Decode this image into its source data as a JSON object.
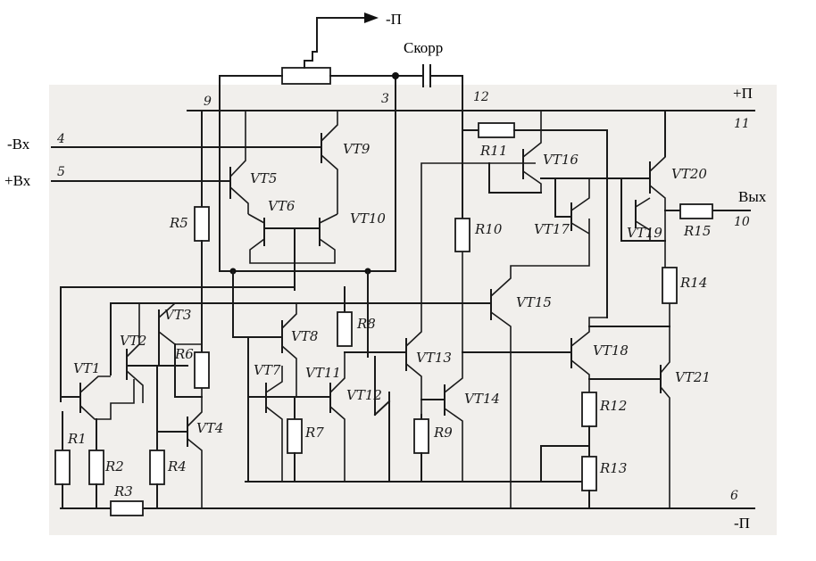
{
  "labels": {
    "minus_p_top": "-П",
    "c_corr": "Скорр",
    "plus_p": "+П",
    "minus_p_bottom": "-П",
    "minus_in": "-Вх",
    "plus_in": "+Вх",
    "out": "Вых"
  },
  "pins": {
    "p4": "4",
    "p5": "5",
    "p9": "9",
    "p3": "3",
    "p12": "12",
    "p11": "11",
    "p10": "10",
    "p6": "6"
  },
  "transistors": {
    "vt1": "VT1",
    "vt2": "VT2",
    "vt3": "VT3",
    "vt4": "VT4",
    "vt5": "VT5",
    "vt6": "VT6",
    "vt7": "VT7",
    "vt8": "VT8",
    "vt9": "VT9",
    "vt10": "VT10",
    "vt11": "VT11",
    "vt12": "VT12",
    "vt13": "VT13",
    "vt14": "VT14",
    "vt15": "VT15",
    "vt16": "VT16",
    "vt17": "VT17",
    "vt18": "VT18",
    "vt19": "VT19",
    "vt20": "VT20",
    "vt21": "VT21"
  },
  "resistors": {
    "r1": "R1",
    "r2": "R2",
    "r3": "R3",
    "r4": "R4",
    "r5": "R5",
    "r6": "R6",
    "r7": "R7",
    "r8": "R8",
    "r9": "R9",
    "r10": "R10",
    "r11": "R11",
    "r12": "R12",
    "r13": "R13",
    "r14": "R14",
    "r15": "R15"
  }
}
